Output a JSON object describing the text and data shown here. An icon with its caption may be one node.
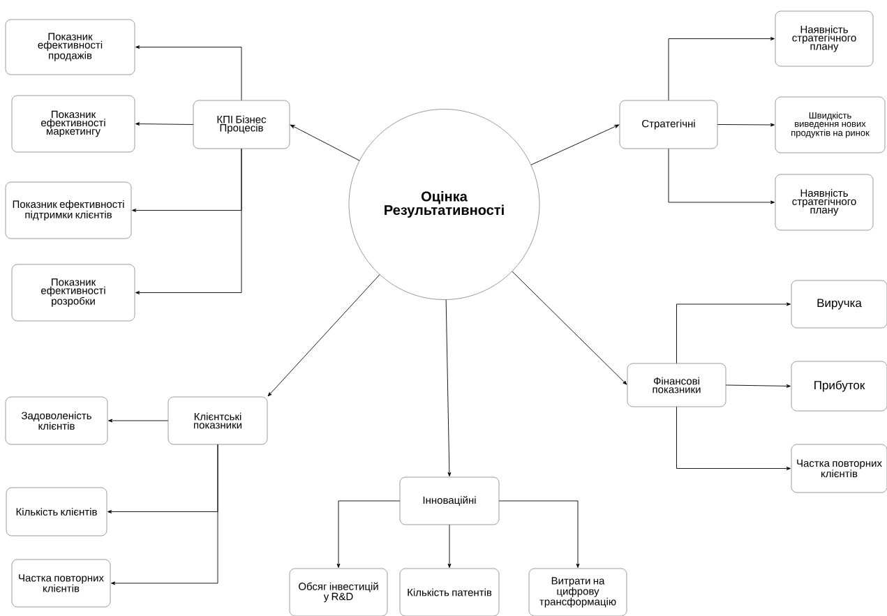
{
  "diagram": {
    "nodes": [
      {
        "text": [
          "Оцінка Результативності"
        ]
      },
      {
        "text": [
          "КПІ Бізнес Процесів"
        ]
      },
      {
        "text": [
          "Показник ефективності продажів"
        ]
      },
      {
        "text": [
          "Показник ефективності маркетингу"
        ]
      },
      {
        "text": [
          "Показник ефективності підтримки клієнтів"
        ]
      },
      {
        "text": [
          "Показник ефективності розробки"
        ]
      },
      {
        "text": [
          "Стратегічні"
        ]
      },
      {
        "text": [
          "Наявність стратегічного плану"
        ]
      },
      {
        "text": [
          "Швидкість виведення нових продуктів на ринок"
        ]
      },
      {
        "text": [
          "Наявність стратегічного плану"
        ]
      },
      {
        "text": [
          "Фінансові показники"
        ]
      },
      {
        "text": [
          "Виручка"
        ]
      },
      {
        "text": [
          "Прибуток"
        ]
      },
      {
        "text": [
          "Частка повторних клієнтів"
        ]
      },
      {
        "text": [
          "Клієнтські показники"
        ]
      },
      {
        "text": [
          "Задоволеність клієнтів"
        ]
      },
      {
        "text": [
          "Кількість клієнтів"
        ]
      },
      {
        "text": [
          "Частка повторних клієнтів"
        ]
      },
      {
        "text": [
          "Інноваційні"
        ]
      },
      {
        "text": [
          "Обсяг інвестицій у R&D"
        ]
      },
      {
        "text": [
          "Кількість патентів"
        ]
      },
      {
        "text": [
          "Витрати на цифрову трансформацію"
        ]
      }
    ],
    "edges": [
      {
        "from": 0,
        "to": 1,
        "arrow": "to"
      },
      {
        "from": 1,
        "to": 2,
        "arrow": "to"
      },
      {
        "from": 1,
        "to": 3,
        "arrow": "to"
      },
      {
        "from": 1,
        "to": 4,
        "arrow": "to"
      },
      {
        "from": 1,
        "to": 5,
        "arrow": "to"
      },
      {
        "from": 0,
        "to": 6,
        "arrow": "to"
      },
      {
        "from": 6,
        "to": 7,
        "arrow": "to"
      },
      {
        "from": 6,
        "to": 8,
        "arrow": "to"
      },
      {
        "from": 6,
        "to": 9,
        "arrow": "to"
      },
      {
        "from": 0,
        "to": 10,
        "arrow": "to"
      },
      {
        "from": 10,
        "to": 11,
        "arrow": "to"
      },
      {
        "from": 10,
        "to": 12,
        "arrow": "to"
      },
      {
        "from": 10,
        "to": 13,
        "arrow": "to"
      },
      {
        "from": 0,
        "to": 14,
        "arrow": "to"
      },
      {
        "from": 14,
        "to": 15,
        "arrow": "to"
      },
      {
        "from": 14,
        "to": 16,
        "arrow": "to"
      },
      {
        "from": 14,
        "to": 17,
        "arrow": "to"
      },
      {
        "from": 0,
        "to": 18,
        "arrow": "to"
      },
      {
        "from": 18,
        "to": 19,
        "arrow": "to"
      },
      {
        "from": 18,
        "to": 20,
        "arrow": "to"
      },
      {
        "from": 18,
        "to": 21,
        "arrow": "to"
      }
    ]
  }
}
